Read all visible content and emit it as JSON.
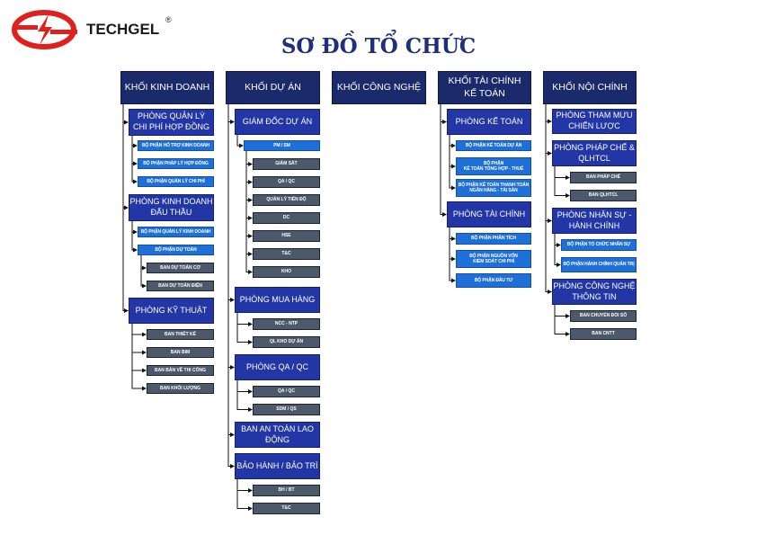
{
  "brand": {
    "name": "TECHGEL",
    "registered": "®"
  },
  "title": "SƠ ĐỒ TỔ CHỨC",
  "colors": {
    "header": "#1b2a6b",
    "department": "#2236a6",
    "unit_light": "#1f6fd8",
    "unit_gray": "#4c596b",
    "logo_red": "#e0201c",
    "title": "#1f2f7a"
  },
  "chart": {
    "khoi_kinh_doanh": {
      "label": "KHỐI KINH DOANH",
      "items": [
        {
          "label": "PHÒNG QUẢN LÝ\nCHI PHÍ HỢP ĐỒNG",
          "items": [
            {
              "label": "BỘ PHẬN HỖ TRỢ KINH DOANH"
            },
            {
              "label": "BỘ PHẬN PHÁP LÝ HỢP ĐỒNG"
            },
            {
              "label": "BỘ PHẬN QUẢN LÝ CHI PHÍ"
            }
          ]
        },
        {
          "label": "PHÒNG KINH DOANH\nĐẤU THẦU",
          "items": [
            {
              "label": "BỘ PHẬN QUẢN LÝ KINH DOANH"
            },
            {
              "label": "BỘ PHẬN DỰ TOÁN",
              "items": [
                {
                  "label": "BAN DỰ TOÁN CƠ"
                },
                {
                  "label": "BAN DỰ TOÁN ĐIỆN"
                }
              ]
            }
          ]
        },
        {
          "label": "PHÒNG KỸ THUẬT",
          "items": [
            {
              "label": "BAN THIẾT KẾ"
            },
            {
              "label": "BAN BIM"
            },
            {
              "label": "BAN BẢN VẼ THI CÔNG"
            },
            {
              "label": "BAN KHỐI LƯỢNG"
            }
          ]
        }
      ]
    },
    "khoi_du_an": {
      "label": "KHỐI DỰ ÁN",
      "items": [
        {
          "label": "GIÁM ĐỐC DỰ ÁN",
          "items": [
            {
              "label": "PM / SM",
              "items": [
                {
                  "label": "GIÁM SÁT"
                },
                {
                  "label": "QA / QC"
                },
                {
                  "label": "QUẢN LÝ TIẾN ĐỘ"
                },
                {
                  "label": "DC"
                },
                {
                  "label": "HSE"
                },
                {
                  "label": "T&C"
                },
                {
                  "label": "KHO"
                }
              ]
            }
          ]
        },
        {
          "label": "PHÒNG MUA HÀNG",
          "items": [
            {
              "label": "NCC - NTP"
            },
            {
              "label": "QL KHO DỰ ÁN"
            }
          ]
        },
        {
          "label": "PHÒNG QA / QC",
          "items": [
            {
              "label": "QA / QC"
            },
            {
              "label": "SDM / QS"
            }
          ]
        },
        {
          "label": "BAN AN TOÀN LAO\nĐỘNG"
        },
        {
          "label": "BẢO HÀNH / BẢO TRÌ",
          "items": [
            {
              "label": "BH / BT"
            },
            {
              "label": "T&C"
            }
          ]
        }
      ]
    },
    "khoi_cong_nghe": {
      "label": "KHỐI CÔNG NGHỆ"
    },
    "khoi_tai_chinh": {
      "label": "KHỐI TÀI CHÍNH\nKẾ TOÁN",
      "items": [
        {
          "label": "PHÒNG KẾ TOÁN",
          "items": [
            {
              "label": "BỘ PHẬN KẾ TOÁN DỰ ÁN"
            },
            {
              "label": "BỘ PHẬN\nKẾ TOÁN TỔNG HỢP - THUẾ"
            },
            {
              "label": "BỘ PHẬN KẾ TOÁN THANH TOÁN\nNGÂN HÀNG - TÀI SẢN"
            }
          ]
        },
        {
          "label": "PHÒNG TÀI CHÍNH",
          "items": [
            {
              "label": "BỘ PHẬN PHÂN TÍCH"
            },
            {
              "label": "BỘ PHẬN NGUỒN VỐN\nKIỂM SOÁT CHI PHÍ"
            },
            {
              "label": "BỘ PHẬN ĐẦU TƯ"
            }
          ]
        }
      ]
    },
    "khoi_noi_chinh": {
      "label": "KHỐI NỘI CHÍNH",
      "items": [
        {
          "label": "PHÒNG THAM MƯU\nCHIẾN LƯỢC"
        },
        {
          "label": "PHÒNG PHÁP CHẾ &\nQLHTCL",
          "items": [
            {
              "label": "BAN PHÁP CHẾ"
            },
            {
              "label": "BAN QLHTCL"
            }
          ]
        },
        {
          "label": "PHÒNG NHÂN SỰ -\nHÀNH CHÍNH",
          "items": [
            {
              "label": "BỘ PHẬN TỔ CHỨC NHÂN SỰ"
            },
            {
              "label": "BỘ PHẬN HÀNH CHÍNH QUẢN TRỊ"
            }
          ]
        },
        {
          "label": "PHÒNG CÔNG NGHỆ\nTHÔNG TIN",
          "items": [
            {
              "label": "BAN CHUYỂN ĐỔI SỐ"
            },
            {
              "label": "BAN CNTT"
            }
          ]
        }
      ]
    }
  }
}
